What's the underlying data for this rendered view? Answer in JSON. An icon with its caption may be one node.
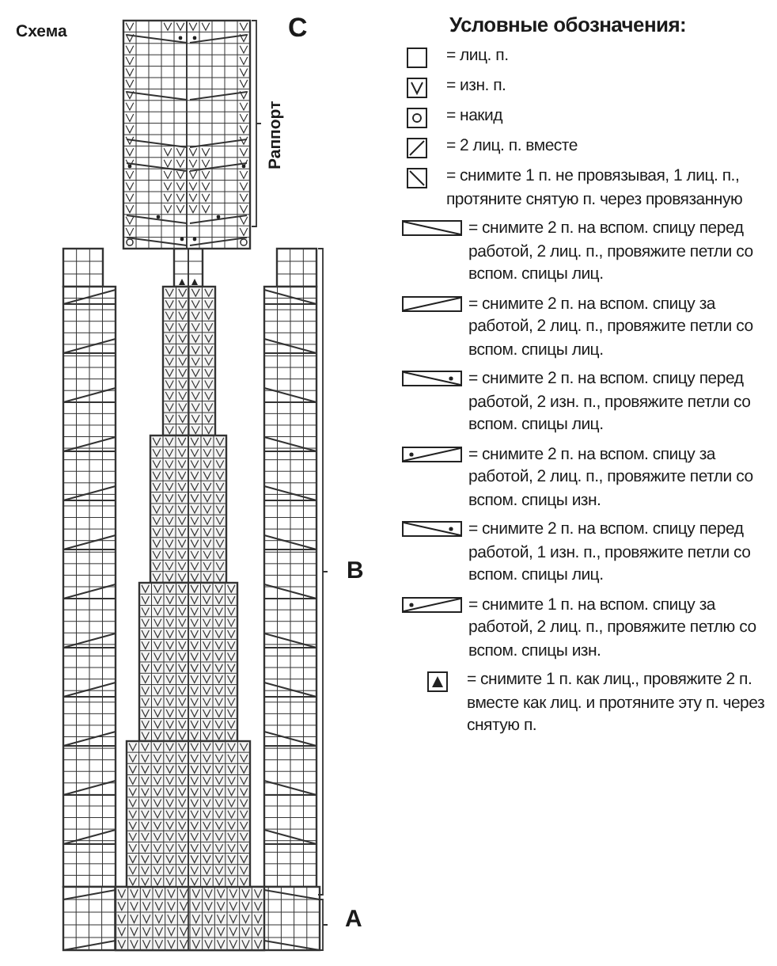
{
  "diagram": {
    "title": "Схема",
    "labels": [
      "C",
      "Раппорт",
      "B",
      "A",
      "Условные обозначения:"
    ],
    "legend": [
      {
        "text": "= лиц. п."
      },
      {
        "text": "= изн. п."
      },
      {
        "text": "= накид"
      },
      {
        "text": "= 2 лиц. п. вместе"
      },
      {
        "text": "= снимите 1 п. не провязывая, 1 лиц. п., протяните снятую п. через провязанную"
      },
      {
        "text": "= снимите 2 п. на вспом. спицу перед работой, 2 лиц. п., провяжите петли со вспом. спицы лиц."
      },
      {
        "text": "= снимите 2 п. на вспом. спицу за работой, 2 лиц. п., провяжите петли со вспом. спицы лиц."
      },
      {
        "text": "= снимите 2 п. на вспом. спицу перед работой, 2 изн. п., провяжите петли со вспом. спицы лиц."
      },
      {
        "text": "= снимите 2 п. на вспом. спицу за работой, 2 лиц. п., провяжите петли со вспом. спицы изн."
      },
      {
        "text": "= снимите 2 п. на вспом. спицу перед работой, 1 изн. п., провяжите петли со вспом. спицы лиц."
      },
      {
        "text": "= снимите 1 п. на вспом. спицу за работой, 2 лиц. п., провяжите петлю со вспом. спицы изн."
      },
      {
        "text": "= снимите 1 п. как лиц., провяжите 2 п. вместе как лиц. и протяните эту п. через снятую п."
      }
    ]
  }
}
